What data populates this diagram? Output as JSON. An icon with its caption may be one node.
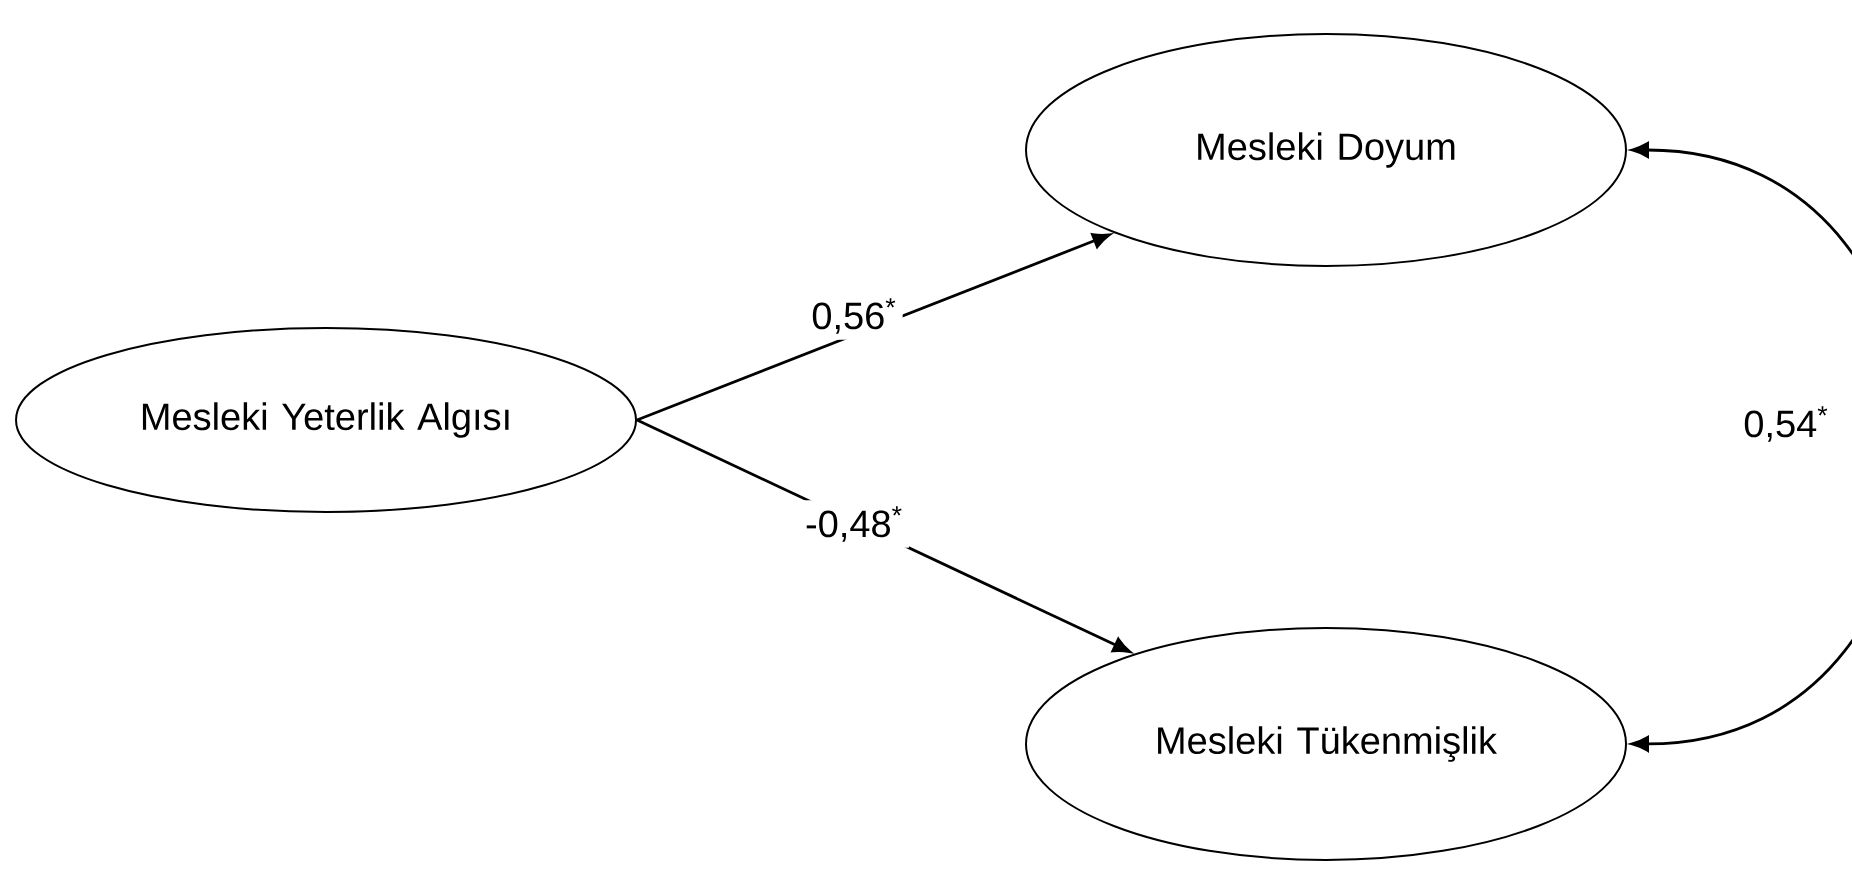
{
  "diagram": {
    "nodes": [
      {
        "text": [
          "Mesleki Yeterlik Algısı"
        ]
      },
      {
        "text": [
          "Mesleki Doyum"
        ]
      },
      {
        "text": [
          "Mesleki Tükenmişlik"
        ]
      }
    ],
    "edges": [
      {
        "from": 0,
        "to": 1,
        "arrow": "to",
        "label": "0,56$^{*}$"
      },
      {
        "from": 0,
        "to": 2,
        "arrow": "to",
        "label": "-0,48$^{*}$"
      },
      {
        "from": 1,
        "to": 2,
        "arrow": "both",
        "label": "0,54$^{*}$"
      }
    ]
  }
}
